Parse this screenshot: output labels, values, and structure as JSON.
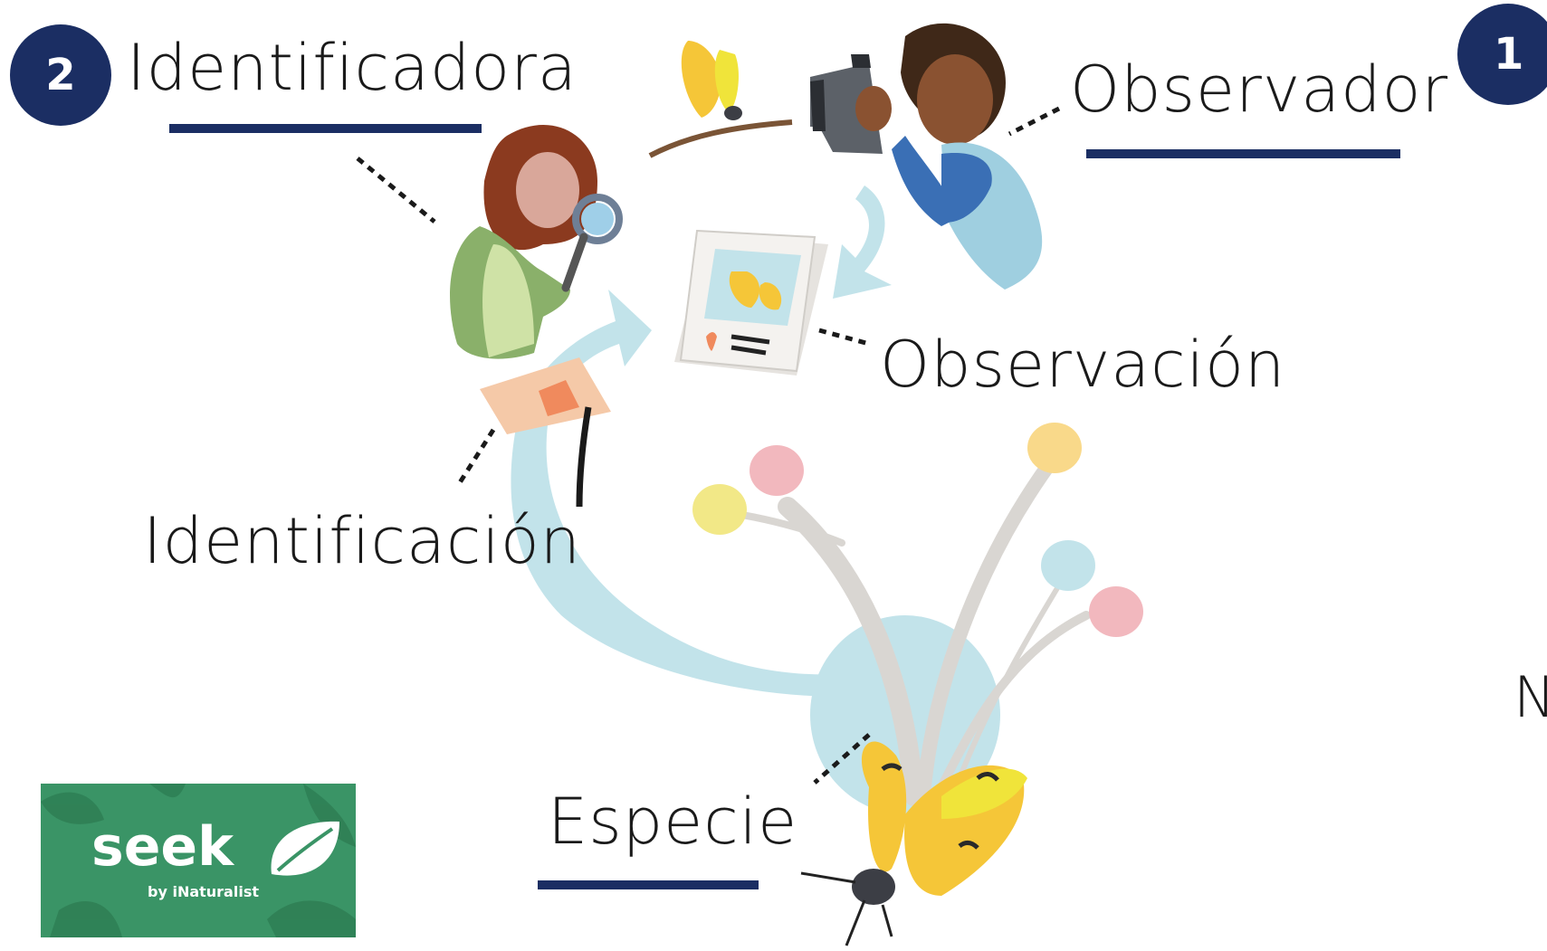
{
  "labels": {
    "identificadora": "Identificadora",
    "observador": "Observador",
    "observacion": "Observación",
    "identificacion": "Identificación",
    "especie": "Especie",
    "cut_letter": "N"
  },
  "badges": {
    "step_two": "2",
    "step_one": "1"
  },
  "logo": {
    "name": "seek",
    "byline": "by iNaturalist"
  },
  "colors": {
    "navy": "#1b2e63",
    "cycle_blue": "#c2e3ea",
    "butterfly_yellow": "#f5c638",
    "seek_green": "#3a9466",
    "stem_gray": "#d9d6d2"
  }
}
